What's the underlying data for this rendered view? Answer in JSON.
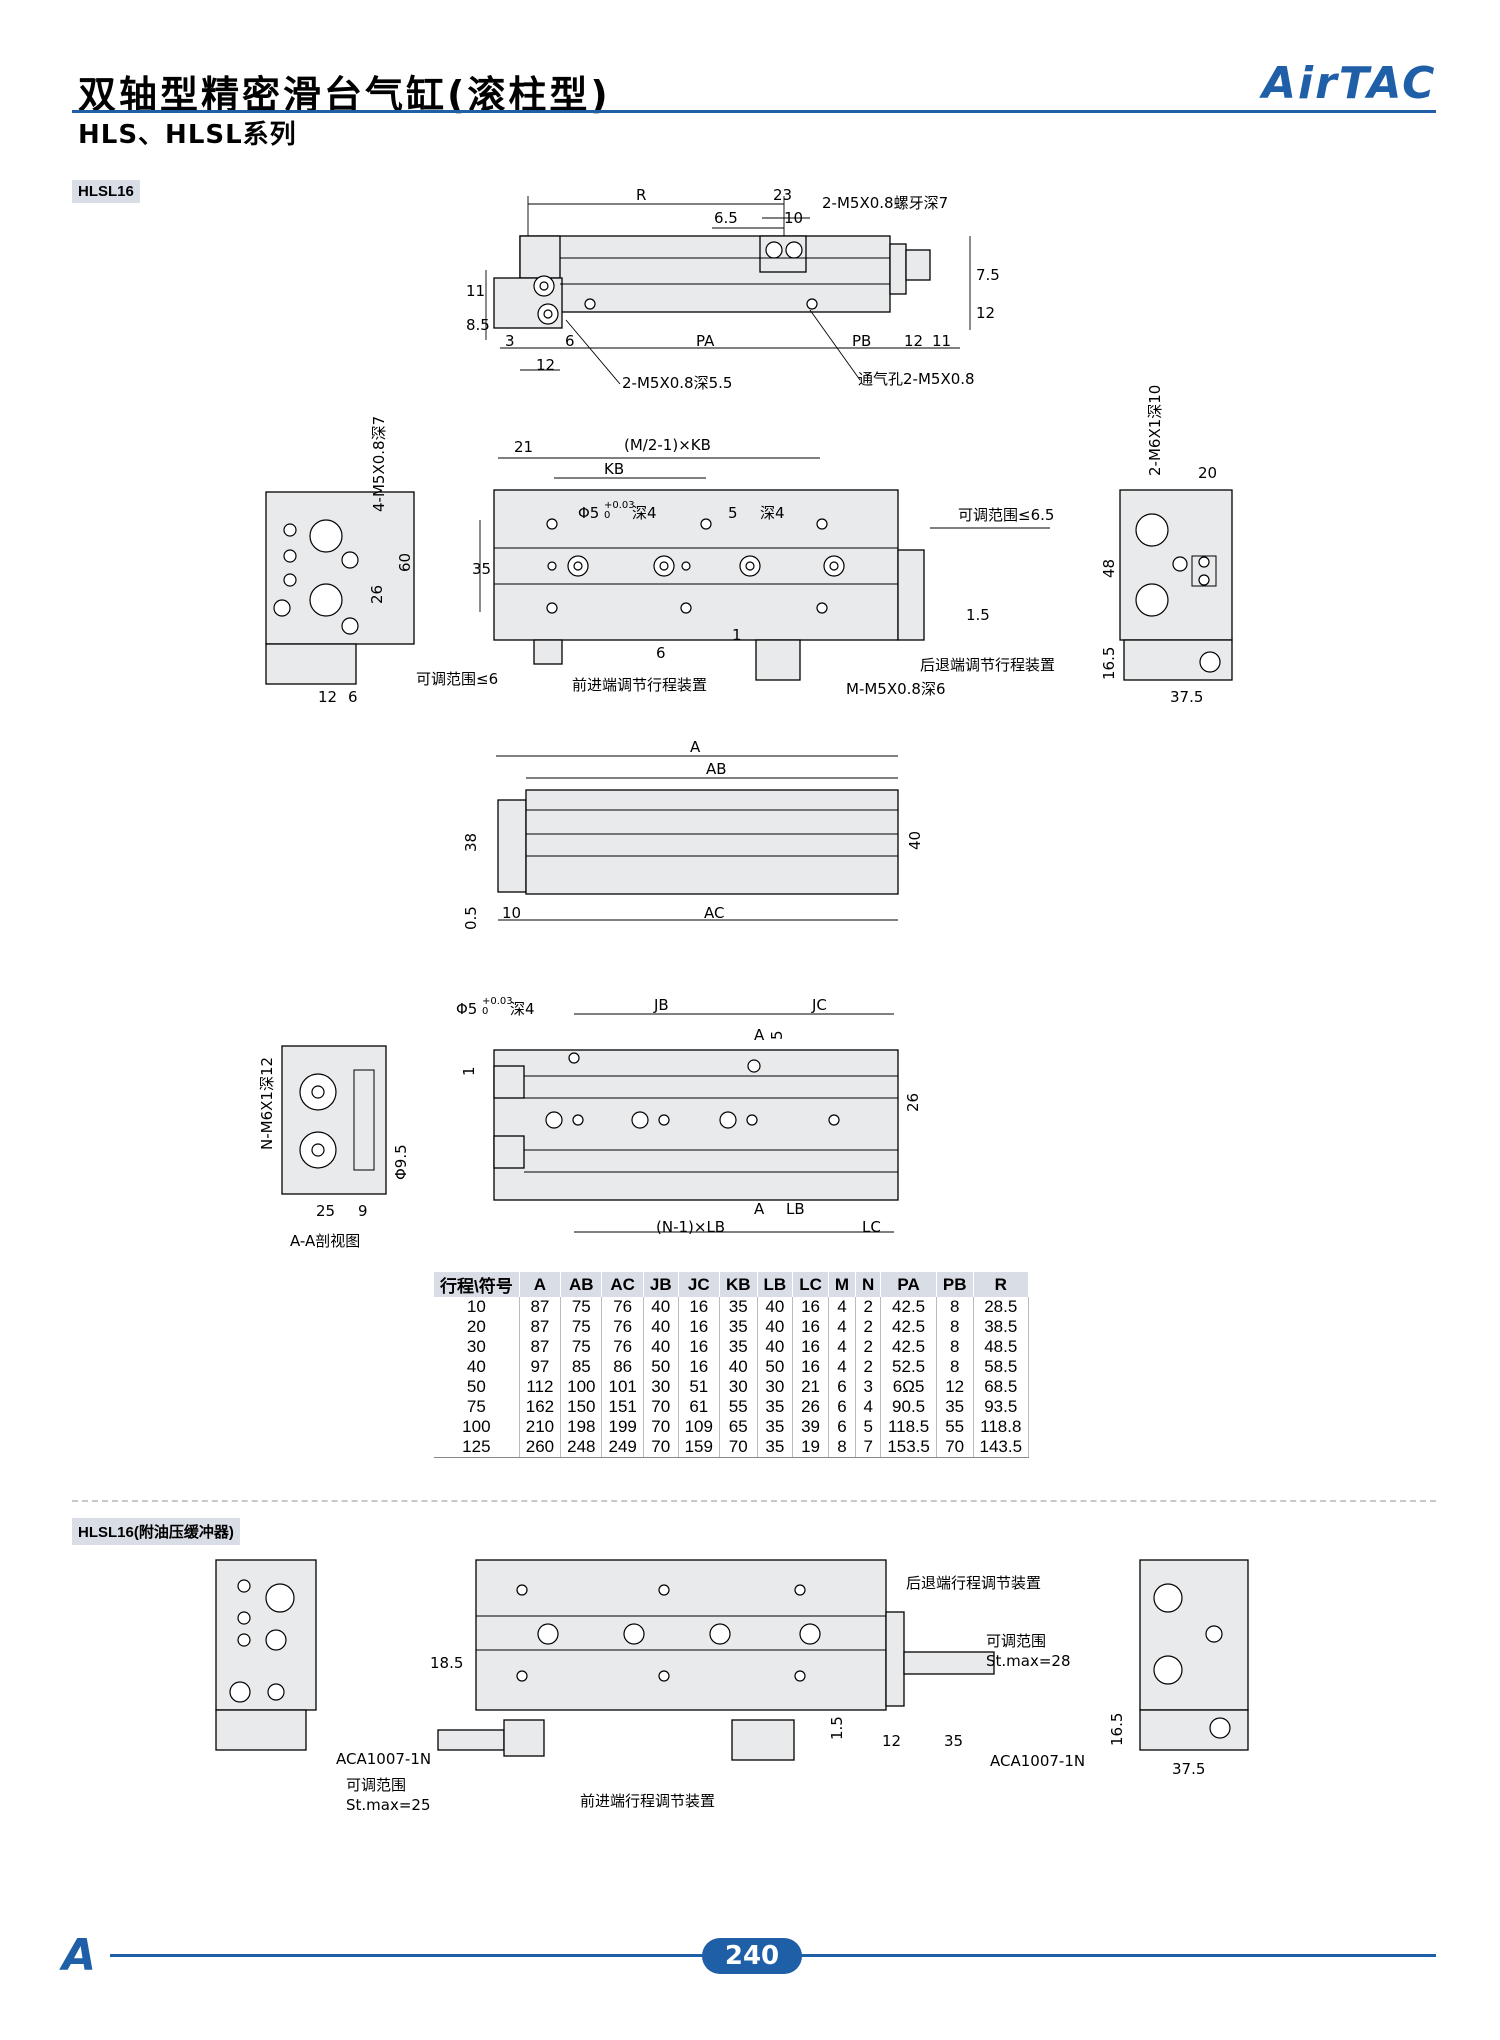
{
  "header": {
    "title": "双轴型精密滑台气缸(滚柱型)",
    "subtitle": "HLS、HLSL系列",
    "brand": "AirTAC"
  },
  "sections": {
    "s1": "HLSL16",
    "s2": "HLSL16(附油压缓冲器)"
  },
  "drawing1": {
    "dims": {
      "R": "R",
      "d23": "23",
      "d65": "6.5",
      "d10": "10",
      "thread_top": "2-M5X0.8螺牙深7",
      "d75": "7.5",
      "d12v": "12",
      "d11v": "11",
      "d85": "8.5",
      "d3": "3",
      "d6": "6",
      "PA": "PA",
      "PB": "PB",
      "d12": "12",
      "d11": "11",
      "d12b": "12",
      "thread_left": "2-M5X0.8深5.5",
      "vent": "通气孔2-M5X0.8"
    }
  },
  "drawing2": {
    "dims": {
      "d21": "21",
      "mkb": "(M/2-1)×KB",
      "KB": "KB",
      "phi": "Φ5",
      "tol": "+0.03",
      "tol0": "0",
      "deep4": "深4",
      "five": "5",
      "adj65": "可调范围≤6.5",
      "d35": "35",
      "d15": "1.5",
      "d6": "6",
      "d1": "1",
      "adj6": "可调范围≤6",
      "front": "前进端调节行程装置",
      "rear": "后退端调节行程装置",
      "mthread": "M-M5X0.8深6",
      "side_thread": "4-M5X0.8深7",
      "d60": "60",
      "d26": "26",
      "d12": "12",
      "d6b": "6",
      "r_thread": "2-M6X1深10",
      "d20": "20",
      "d48": "48",
      "d165": "16.5",
      "d375": "37.5"
    }
  },
  "drawing3": {
    "dims": {
      "A": "A",
      "AB": "AB",
      "AC": "AC",
      "d38": "38",
      "d40": "40",
      "d05": "0.5",
      "d10": "10"
    }
  },
  "drawing4": {
    "dims": {
      "phi": "Φ5",
      "tol": "+0.03",
      "tol0": "0",
      "deep4": "深4",
      "JB": "JB",
      "JC": "JC",
      "five": "5",
      "A": "A",
      "d1": "1",
      "d26": "26",
      "nlb": "(N-1)×LB",
      "LB": "LB",
      "LC": "LC",
      "side_thread": "N-M6X1深12",
      "d95": "Φ9.5",
      "d25": "25",
      "d9": "9",
      "caption": "A-A剖视图"
    }
  },
  "table": {
    "headers": [
      "行程\\符号",
      "A",
      "AB",
      "AC",
      "JB",
      "JC",
      "KB",
      "LB",
      "LC",
      "M",
      "N",
      "PA",
      "PB",
      "R"
    ],
    "rows": [
      [
        "10",
        "87",
        "75",
        "76",
        "40",
        "16",
        "35",
        "40",
        "16",
        "4",
        "2",
        "42.5",
        "8",
        "28.5"
      ],
      [
        "20",
        "87",
        "75",
        "76",
        "40",
        "16",
        "35",
        "40",
        "16",
        "4",
        "2",
        "42.5",
        "8",
        "38.5"
      ],
      [
        "30",
        "87",
        "75",
        "76",
        "40",
        "16",
        "35",
        "40",
        "16",
        "4",
        "2",
        "42.5",
        "8",
        "48.5"
      ],
      [
        "40",
        "97",
        "85",
        "86",
        "50",
        "16",
        "40",
        "50",
        "16",
        "4",
        "2",
        "52.5",
        "8",
        "58.5"
      ],
      [
        "50",
        "112",
        "100",
        "101",
        "30",
        "51",
        "30",
        "30",
        "21",
        "6",
        "3",
        "6Ω5",
        "12",
        "68.5"
      ],
      [
        "75",
        "162",
        "150",
        "151",
        "70",
        "61",
        "55",
        "35",
        "26",
        "6",
        "4",
        "90.5",
        "35",
        "93.5"
      ],
      [
        "100",
        "210",
        "198",
        "199",
        "70",
        "109",
        "65",
        "35",
        "39",
        "6",
        "5",
        "118.5",
        "55",
        "118.8"
      ],
      [
        "125",
        "260",
        "248",
        "249",
        "70",
        "159",
        "70",
        "35",
        "19",
        "8",
        "7",
        "153.5",
        "70",
        "143.5"
      ]
    ]
  },
  "drawing5": {
    "dims": {
      "rear": "后退端行程调节装置",
      "adj": "可调范围",
      "stmax28": "St.max=28",
      "d185": "18.5",
      "aca_left": "ACA1007-1N",
      "adj_left": "可调范围",
      "stmax25": "St.max=25",
      "front": "前进端行程调节装置",
      "d15": "1.5",
      "d12": "12",
      "d35": "35",
      "aca_right": "ACA1007-1N",
      "d165": "16.5",
      "d375": "37.5"
    }
  },
  "footer": {
    "page": "240",
    "logo": "A"
  },
  "colors": {
    "brand": "#1f5fa8",
    "table_header": "#d9dde6"
  }
}
